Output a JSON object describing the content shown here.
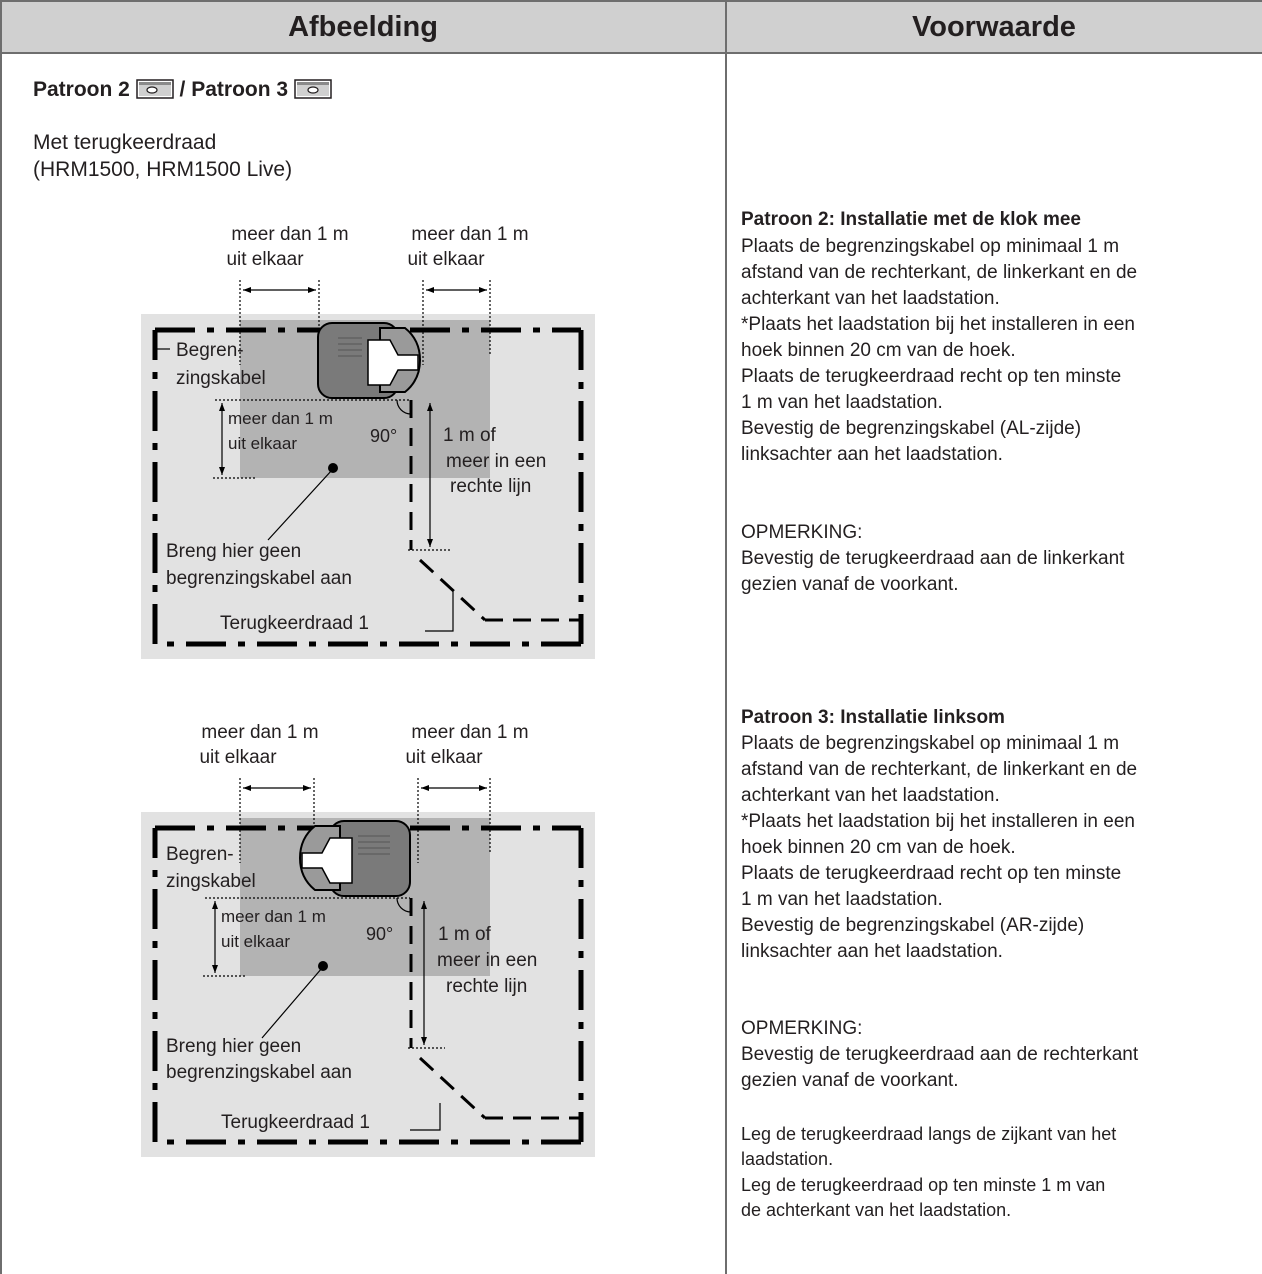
{
  "header": {
    "col_left": "Afbeelding",
    "col_right": "Voorwaarde"
  },
  "section": {
    "title_a": "Patroon 2",
    "title_sep": "/",
    "title_b": "Patroon 3",
    "subtitle_line1": "Met terugkeerdraad",
    "subtitle_line2": "(HRM1500, HRM1500 Live)"
  },
  "diagram_top": {
    "dim_left_line1": "meer dan 1 m",
    "dim_left_line2": "uit elkaar",
    "dim_right_line1": "meer dan 1 m",
    "dim_right_line2": "uit elkaar",
    "cable_line1": "Begren-",
    "cable_line2": "zingskabel",
    "dim_vert_line1": "meer dan 1 m",
    "dim_vert_line2": "uit elkaar",
    "angle": "90°",
    "straight_line1": "1 m of",
    "straight_line2": "meer in een",
    "straight_line3": "rechte lijn",
    "no_cable_line1": "Breng hier geen",
    "no_cable_line2": "begrenzingskabel aan",
    "return_wire": "Terugkeerdraad 1"
  },
  "diagram_bottom": {
    "dim_left_line1": "meer dan 1 m",
    "dim_left_line2": "uit elkaar",
    "dim_right_line1": "meer dan 1 m",
    "dim_right_line2": "uit elkaar",
    "cable_line1": "Begren-",
    "cable_line2": "zingskabel",
    "dim_vert_line1": "meer dan 1 m",
    "dim_vert_line2": "uit elkaar",
    "angle": "90°",
    "straight_line1": "1 m of",
    "straight_line2": "meer in een",
    "straight_line3": "rechte lijn",
    "no_cable_line1": "Breng hier geen",
    "no_cable_line2": "begrenzingskabel aan",
    "return_wire": "Terugkeerdraad 1"
  },
  "pattern2": {
    "heading": "Patroon 2: Installatie met de klok mee",
    "lines": [
      "Plaats de begrenzingskabel op minimaal 1 m",
      "afstand van de rechterkant, de linkerkant en de",
      "achterkant van het laadstation.",
      "*Plaats het laadstation bij het installeren in een",
      "hoek binnen 20 cm van de hoek.",
      "Plaats de terugkeerdraad recht op ten minste",
      "1 m van het laadstation.",
      "Bevestig de begrenzingskabel (AL-zijde)",
      "linksachter aan het laadstation."
    ],
    "note_label": "OPMERKING:",
    "note_lines": [
      "Bevestig de terugkeerdraad aan de linkerkant",
      "gezien vanaf de voorkant."
    ]
  },
  "pattern3": {
    "heading": "Patroon 3: Installatie linksom",
    "lines": [
      "Plaats de begrenzingskabel op minimaal 1 m",
      "afstand van de rechterkant, de linkerkant en de",
      "achterkant van het laadstation.",
      "*Plaats het laadstation bij het installeren in een",
      "hoek binnen 20 cm van de hoek.",
      "Plaats de terugkeerdraad recht op ten minste",
      "1 m van het laadstation.",
      "Bevestig de begrenzingskabel (AR-zijde)",
      "linksachter aan het laadstation."
    ],
    "note_label": "OPMERKING:",
    "note_lines": [
      "Bevestig de terugkeerdraad aan de rechterkant",
      "gezien vanaf de voorkant."
    ]
  },
  "footer_note": {
    "lines": [
      "Leg de terugkeerdraad langs de zijkant van het",
      "laadstation.",
      "Leg de terugkeerdraad op ten minste 1 m van",
      "de achterkant van het laadstation."
    ]
  },
  "colors": {
    "header_bg": "#d0d0d0",
    "rule": "#6e6e6e",
    "lawn": "#e2e2e2",
    "zone": "#b3b3b3",
    "mower": "#7a7a7a"
  }
}
